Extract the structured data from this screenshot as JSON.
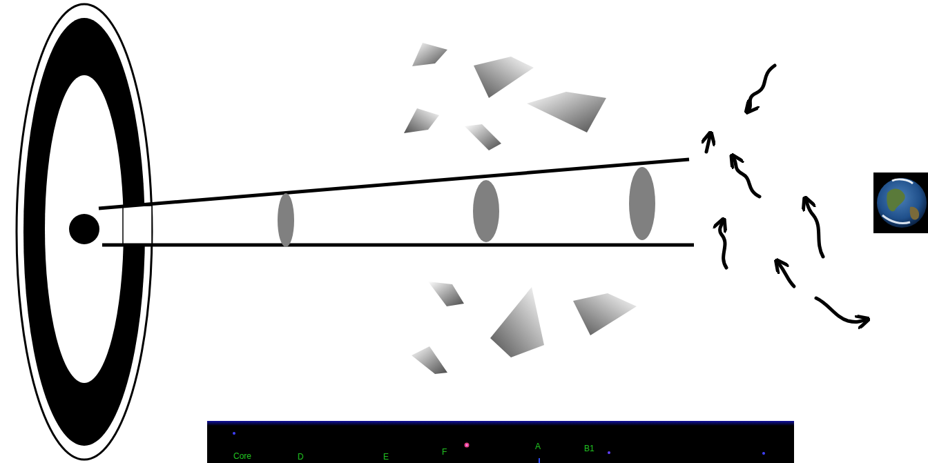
{
  "diagram": {
    "labels": [
      "Core",
      "D",
      "E",
      "F",
      "A",
      "B1"
    ]
  }
}
